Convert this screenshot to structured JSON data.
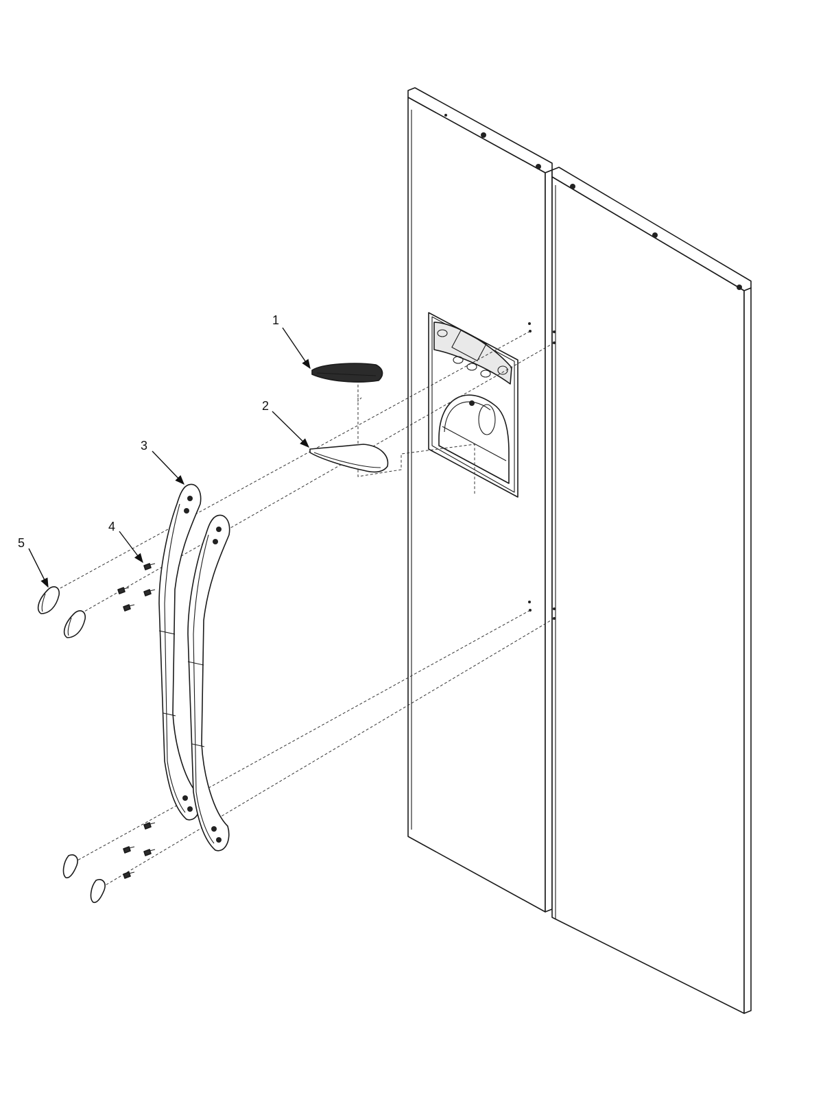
{
  "callouts": [
    {
      "number": "1",
      "part": "dispenser-drip-tray-grille"
    },
    {
      "number": "2",
      "part": "drip-tray"
    },
    {
      "number": "3",
      "part": "door-handle"
    },
    {
      "number": "4",
      "part": "handle-screw"
    },
    {
      "number": "5",
      "part": "handle-end-cap"
    }
  ]
}
